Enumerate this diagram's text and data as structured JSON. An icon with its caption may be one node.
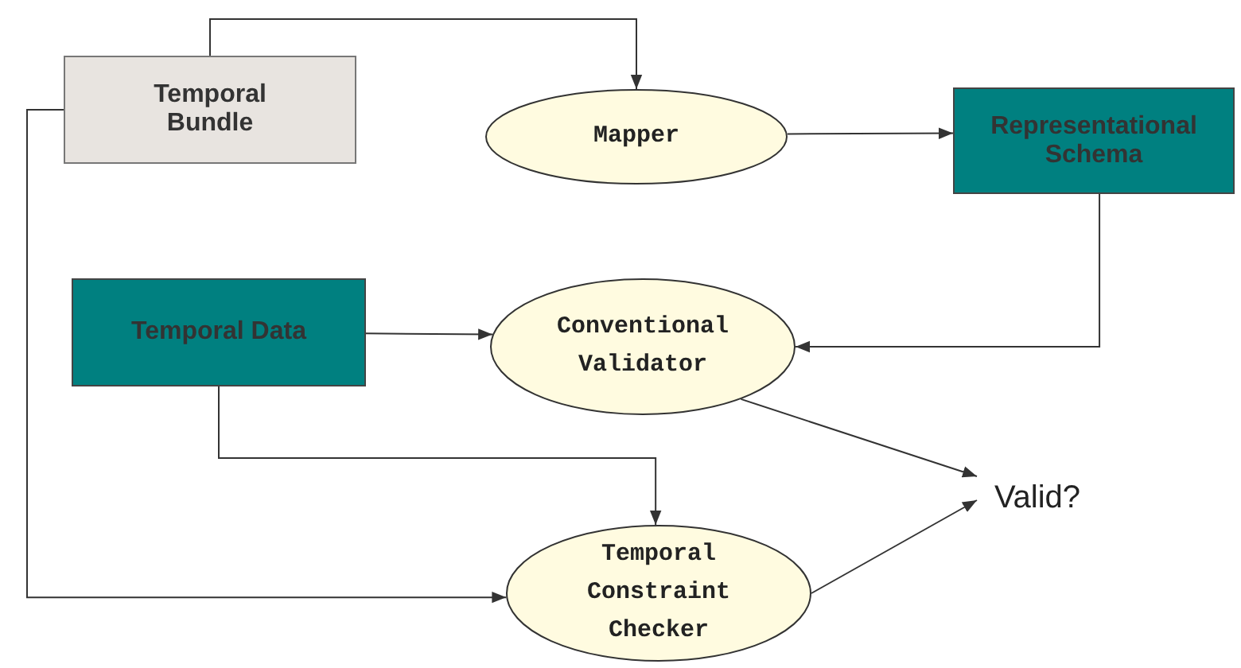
{
  "diagram": {
    "nodes": [
      {
        "text": [
          "Temporal Bundle"
        ]
      },
      {
        "text": [
          "Mapper"
        ]
      },
      {
        "text": [
          "Representational Schema"
        ]
      },
      {
        "text": [
          "Temporal Data"
        ]
      },
      {
        "text": [
          "Conventional Validator"
        ]
      },
      {
        "text": [
          "Valid?"
        ]
      },
      {
        "text": [
          "Temporal Constraint Checker"
        ]
      }
    ],
    "edges": [
      {
        "from": 0,
        "to": 1,
        "arrow": "to"
      },
      {
        "from": 1,
        "to": 2,
        "arrow": "to"
      },
      {
        "from": 2,
        "to": 4,
        "arrow": "to"
      },
      {
        "from": 3,
        "to": 4,
        "arrow": "to"
      },
      {
        "from": 3,
        "to": 6,
        "arrow": "to"
      },
      {
        "from": 0,
        "to": 6,
        "arrow": "to"
      },
      {
        "from": 4,
        "to": 5,
        "arrow": "to"
      },
      {
        "from": 6,
        "to": 5,
        "arrow": "to"
      }
    ]
  }
}
